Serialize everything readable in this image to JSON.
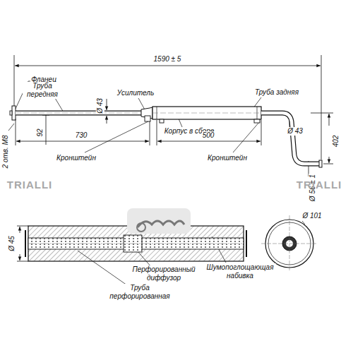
{
  "diagram": {
    "labels": [
      "1590 ± 5",
      "Фланец",
      "Труба передняя",
      "Ø 43",
      "Усилитель",
      "Труба задняя",
      "92",
      "730",
      "Корпус в сборе",
      "500",
      "Ø 43",
      "402",
      "Кронштейн",
      "Кронштейн",
      "2 отв. М8",
      "Ø 56 ± 1",
      "Ø 45",
      "Перфорированный диффузор",
      "Шумопоглощающая набивка",
      "Труба перфорированная",
      "Ø 101",
      "TRIALLI",
      "TRIALLI"
    ]
  }
}
